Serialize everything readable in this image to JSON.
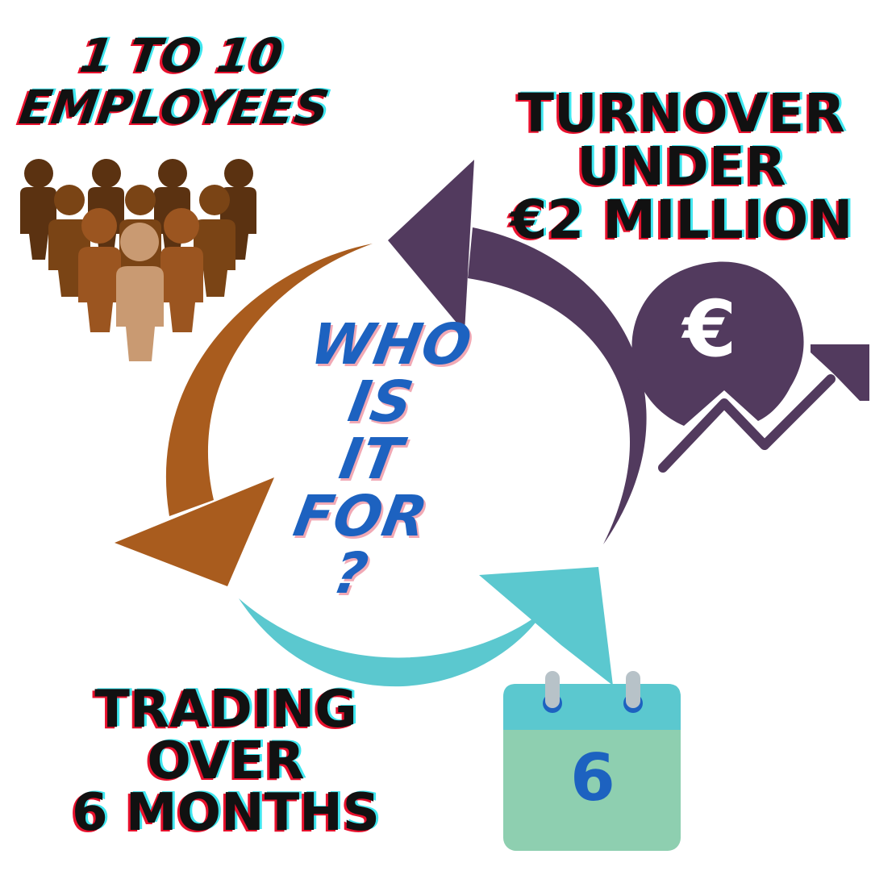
{
  "headline_employees": [
    "1 TO 10",
    "EMPLOYEES"
  ],
  "headline_turnover": [
    "TURNOVER",
    "UNDER",
    "€2 MILLION"
  ],
  "headline_trading": [
    "TRADING",
    "OVER",
    "6 MONTHS"
  ],
  "center_question": [
    "WHO",
    "IS",
    "IT",
    "FOR",
    "?"
  ],
  "calendar": {
    "number": "6"
  },
  "money_icon": {
    "symbol": "€"
  },
  "colors": {
    "text": "#111111",
    "glitch_red": "#e8112d",
    "glitch_cyan": "#3ee6ef",
    "question_blue": "#1d62c0",
    "arrow_orange": "#a95c1e",
    "arrow_purple": "#523a5e",
    "arrow_teal": "#5bc8cf",
    "calendar_top": "#5bc8cf",
    "calendar_body": "#8ecfb0"
  },
  "icons": [
    "people-group-icon",
    "euro-coin-icon",
    "trend-up-arrow-icon",
    "calendar-icon"
  ]
}
